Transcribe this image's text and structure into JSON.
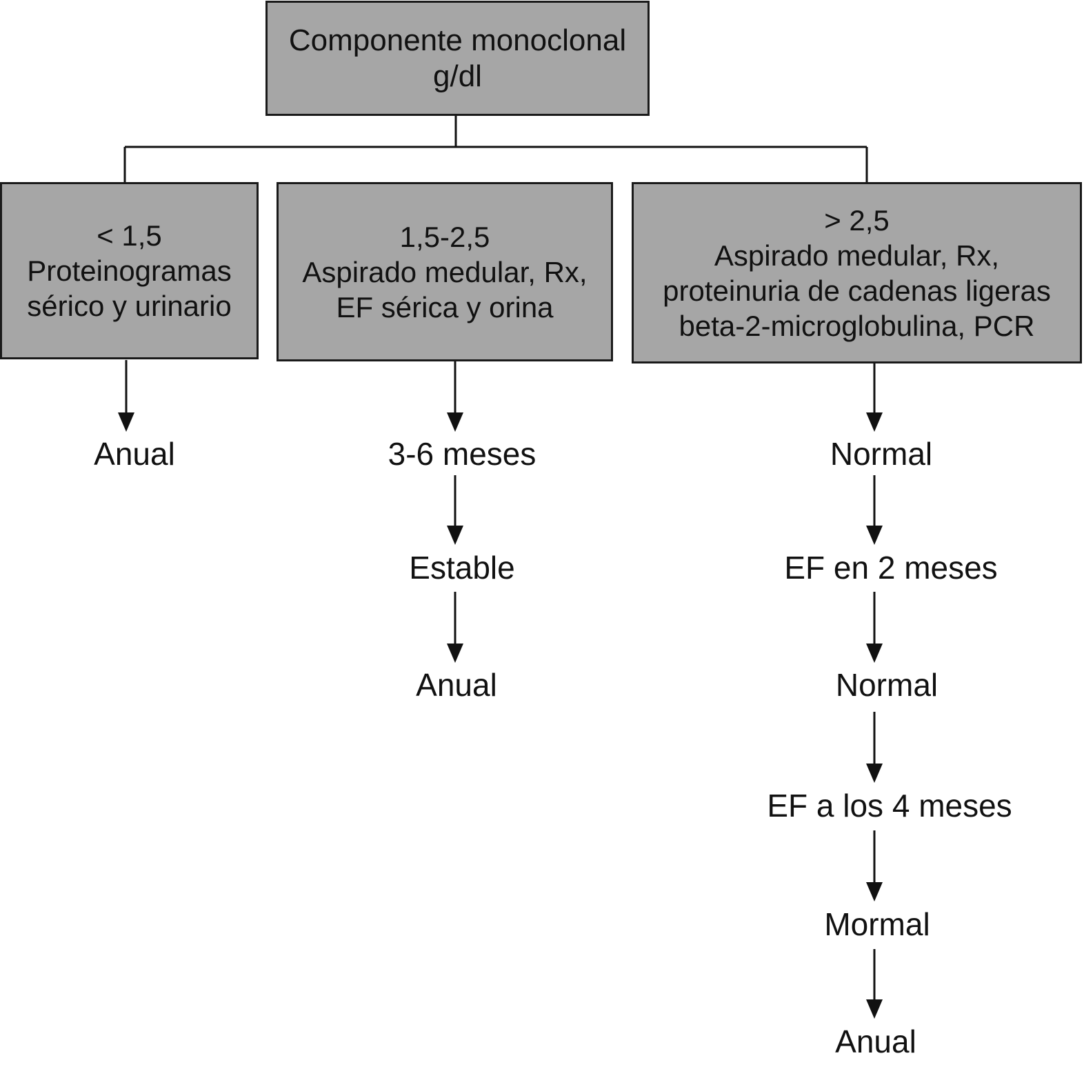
{
  "root": {
    "line1": "Componente monoclonal",
    "line2": "g/dl"
  },
  "branches": [
    {
      "lines": [
        "< 1,5",
        "Proteinogramas",
        "sérico y urinario"
      ],
      "steps": [
        "Anual"
      ]
    },
    {
      "lines": [
        "1,5-2,5",
        "Aspirado medular, Rx,",
        "EF sérica y orina"
      ],
      "steps": [
        "3-6 meses",
        "Estable",
        "Anual"
      ]
    },
    {
      "lines": [
        "> 2,5",
        "Aspirado medular, Rx,",
        "proteinuria de cadenas ligeras",
        "beta-2-microglobulina, PCR"
      ],
      "steps": [
        "Normal",
        "EF en 2 meses",
        "Normal",
        "EF a los 4 meses",
        "Mormal",
        "Anual"
      ]
    }
  ]
}
